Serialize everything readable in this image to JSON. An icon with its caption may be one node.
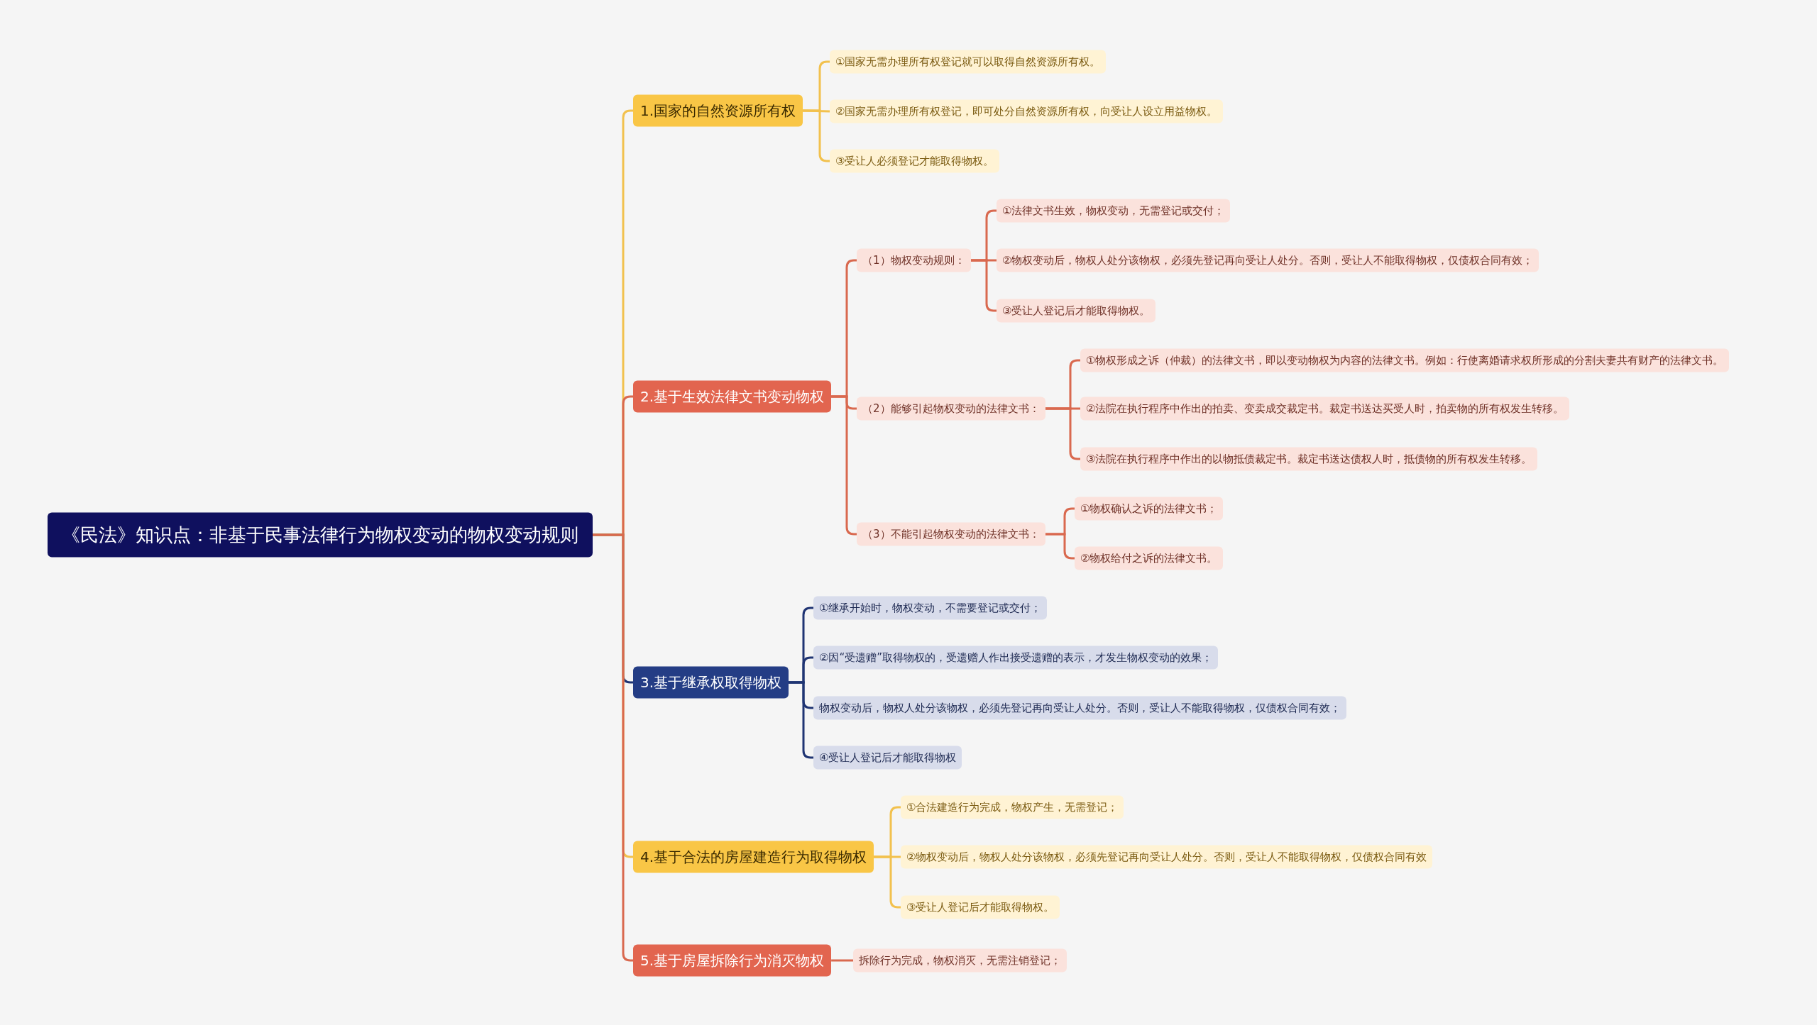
{
  "diagram": {
    "nodes": [
      {
        "text": [
          "《民法》知识点：非基于民事法律行为物权变动的物权变动规则"
        ]
      },
      {
        "text": [
          "1.国家的自然资源所有权"
        ]
      },
      {
        "text": [
          "①国家无需办理所有权登记就可以取得自然资源所有权。"
        ]
      },
      {
        "text": [
          "②国家无需办理所有权登记，即可处分自然资源所有权，向受让人设立用益物权。"
        ]
      },
      {
        "text": [
          "③受让人必须登记才能取得物权。"
        ]
      },
      {
        "text": [
          "2.基于生效法律文书变动物权"
        ]
      },
      {
        "text": [
          "（1）物权变动规则："
        ]
      },
      {
        "text": [
          "①法律文书生效，物权变动，无需登记或交付；"
        ]
      },
      {
        "text": [
          "②物权变动后，物权人处分该物权，必须先登记再向受让人处分。否则，受让人不能取得物权，仅债权合同有效；"
        ]
      },
      {
        "text": [
          "③受让人登记后才能取得物权。"
        ]
      },
      {
        "text": [
          "（2）能够引起物权变动的法律文书："
        ]
      },
      {
        "text": [
          "①物权形成之诉（仲裁）的法律文书，即以变动物权为内容的法律文书。例如：行使离婚请求权所形成的分割夫妻共有财产的法律文书。"
        ]
      },
      {
        "text": [
          "②法院在执行程序中作出的拍卖、变卖成交裁定书。裁定书送达买受人时，拍卖物的所有权发生转移。"
        ]
      },
      {
        "text": [
          "③法院在执行程序中作出的以物抵债裁定书。裁定书送达债权人时，抵债物的所有权发生转移。"
        ]
      },
      {
        "text": [
          "（3）不能引起物权变动的法律文书："
        ]
      },
      {
        "text": [
          "①物权确认之诉的法律文书；"
        ]
      },
      {
        "text": [
          "②物权给付之诉的法律文书。"
        ]
      },
      {
        "text": [
          "3.基于继承权取得物权"
        ]
      },
      {
        "text": [
          "①继承开始时，物权变动，不需要登记或交付；"
        ]
      },
      {
        "text": [
          "②因“受遗赠”取得物权的，受遗赠人作出接受遗赠的表示，才发生物权变动的效果；"
        ]
      },
      {
        "text": [
          "物权变动后，物权人处分该物权，必须先登记再向受让人处分。否则，受让人不能取得物权，仅债权合同有效；"
        ]
      },
      {
        "text": [
          "④受让人登记后才能取得物权"
        ]
      },
      {
        "text": [
          "4.基于合法的房屋建造行为取得物权"
        ]
      },
      {
        "text": [
          "①合法建造行为完成，物权产生，无需登记；"
        ]
      },
      {
        "text": [
          "②物权变动后，物权人处分该物权，必须先登记再向受让人处分。否则，受让人不能取得物权，仅债权合同有效"
        ]
      },
      {
        "text": [
          "③受让人登记后才能取得物权。"
        ]
      },
      {
        "text": [
          "5.基于房屋拆除行为消灭物权"
        ]
      },
      {
        "text": [
          "拆除行为完成，物权消灭，无需注销登记；"
        ]
      }
    ],
    "edges": [
      {
        "from": 0,
        "to": 1,
        "arrow": "none",
        "color": "#f2c14e"
      },
      {
        "from": 1,
        "to": 2,
        "arrow": "none",
        "color": "#f2c14e"
      },
      {
        "from": 1,
        "to": 3,
        "arrow": "none",
        "color": "#f2c14e"
      },
      {
        "from": 1,
        "to": 4,
        "arrow": "none",
        "color": "#f2c14e"
      },
      {
        "from": 0,
        "to": 5,
        "arrow": "none"
      },
      {
        "from": 5,
        "to": 6,
        "arrow": "none"
      },
      {
        "from": 6,
        "to": 7,
        "arrow": "none"
      },
      {
        "from": 6,
        "to": 8,
        "arrow": "none"
      },
      {
        "from": 6,
        "to": 9,
        "arrow": "none"
      },
      {
        "from": 5,
        "to": 10,
        "arrow": "none"
      },
      {
        "from": 10,
        "to": 11,
        "arrow": "none"
      },
      {
        "from": 10,
        "to": 12,
        "arrow": "none"
      },
      {
        "from": 10,
        "to": 13,
        "arrow": "none"
      },
      {
        "from": 5,
        "to": 14,
        "arrow": "none"
      },
      {
        "from": 14,
        "to": 15,
        "arrow": "none"
      },
      {
        "from": 14,
        "to": 16,
        "arrow": "none"
      },
      {
        "from": 0,
        "to": 17,
        "arrow": "none",
        "color": "#1f3473"
      },
      {
        "from": 17,
        "to": 18,
        "arrow": "none",
        "color": "#1f3473"
      },
      {
        "from": 17,
        "to": 19,
        "arrow": "none",
        "color": "#1f3473"
      },
      {
        "from": 17,
        "to": 20,
        "arrow": "none",
        "color": "#1f3473"
      },
      {
        "from": 17,
        "to": 21,
        "arrow": "none",
        "color": "#1f3473"
      },
      {
        "from": 0,
        "to": 22,
        "arrow": "none",
        "color": "#f2c14e"
      },
      {
        "from": 22,
        "to": 23,
        "arrow": "none",
        "color": "#f2c14e"
      },
      {
        "from": 22,
        "to": 24,
        "arrow": "none",
        "color": "#f2c14e"
      },
      {
        "from": 22,
        "to": 25,
        "arrow": "none",
        "color": "#f2c14e"
      },
      {
        "from": 0,
        "to": 26,
        "arrow": "none"
      },
      {
        "from": 26,
        "to": 27,
        "arrow": "none"
      }
    ]
  }
}
